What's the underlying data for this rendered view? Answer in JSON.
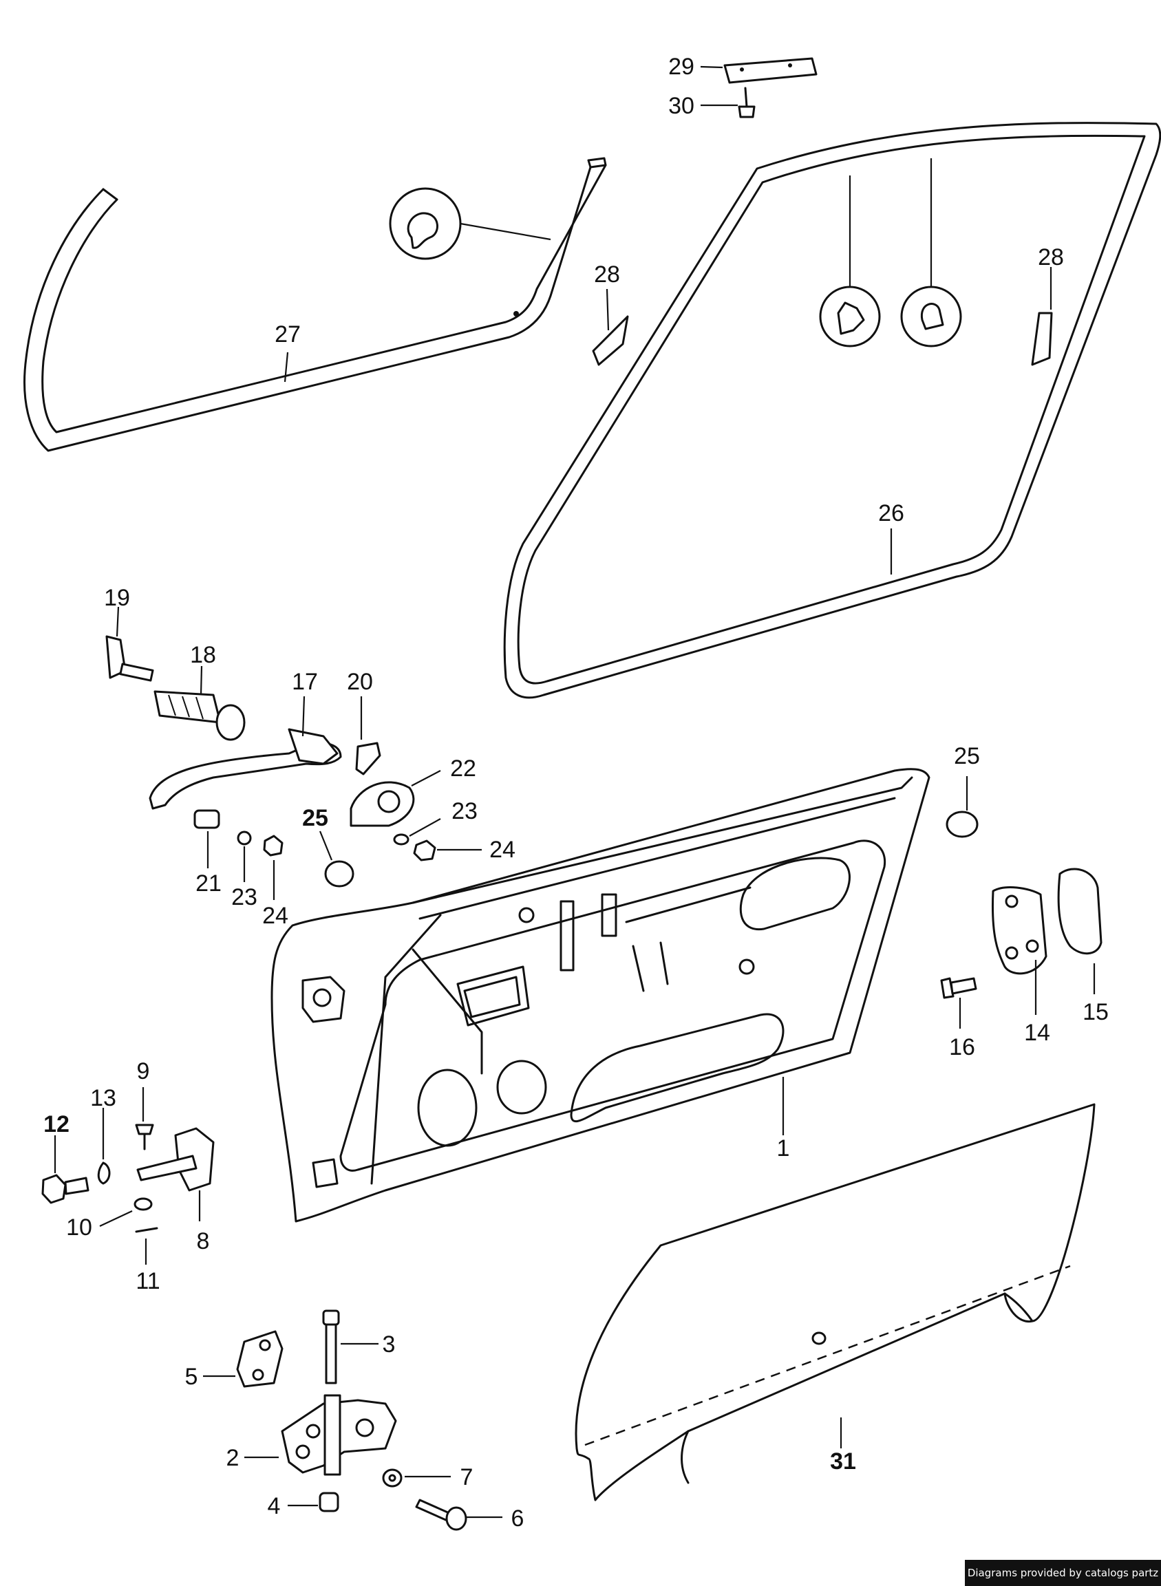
{
  "credit": "Diagrams provided by catalogs partz",
  "callouts": {
    "c1": "1",
    "c2": "2",
    "c3": "3",
    "c4": "4",
    "c5": "5",
    "c6": "6",
    "c7": "7",
    "c8": "8",
    "c9": "9",
    "c10": "10",
    "c11": "11",
    "c12": "12",
    "c13": "13",
    "c14": "14",
    "c15": "15",
    "c16": "16",
    "c17": "17",
    "c18": "18",
    "c19": "19",
    "c20": "20",
    "c21": "21",
    "c22": "22",
    "c23a": "23",
    "c23b": "23",
    "c24a": "24",
    "c24b": "24",
    "c25a": "25",
    "c25b": "25",
    "c26": "26",
    "c27": "27",
    "c28a": "28",
    "c28b": "28",
    "c29": "29",
    "c30": "30",
    "c31": "31"
  }
}
